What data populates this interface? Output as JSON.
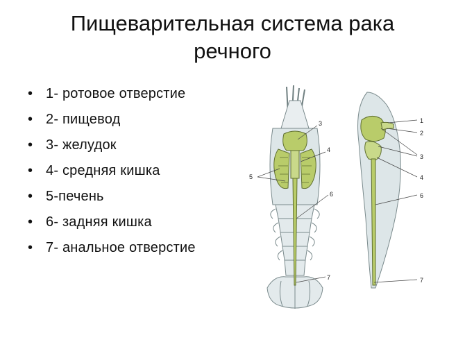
{
  "title": {
    "line1": "Пищеварительная система рака",
    "line2": "речного"
  },
  "legend_items": [
    "1- ротовое отверстие",
    "2- пищевод",
    "3- желудок",
    "4- средняя кишка",
    "5-печень",
    "6- задняя кишка",
    "7- анальное отверстие"
  ],
  "figure_labels": {
    "left": [
      "3",
      "4",
      "5",
      "6",
      "7"
    ],
    "right": [
      "1",
      "2",
      "3",
      "4",
      "6",
      "7"
    ]
  },
  "colors": {
    "organ_green": "#b9cc6a",
    "body_shell": "#dde6e8",
    "outline": "#7a8a8c"
  }
}
